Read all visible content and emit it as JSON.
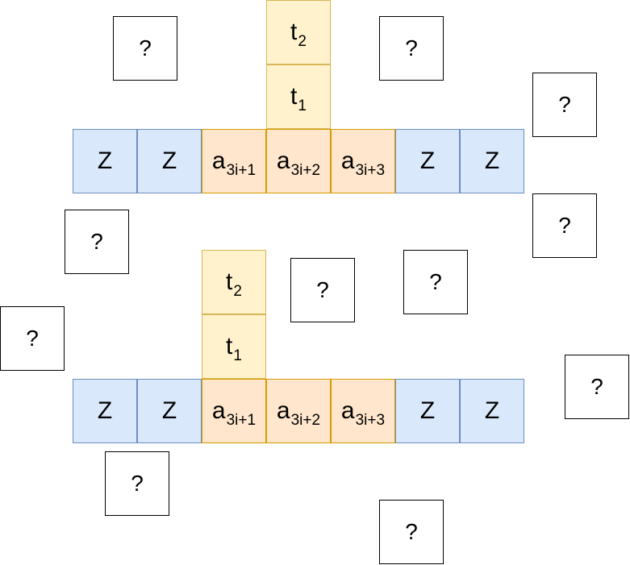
{
  "row_top": {
    "cells": [
      {
        "base": "Z",
        "sub": ""
      },
      {
        "base": "Z",
        "sub": ""
      },
      {
        "base": "a",
        "sub": "3i+1"
      },
      {
        "base": "a",
        "sub": "3i+2"
      },
      {
        "base": "a",
        "sub": "3i+3"
      },
      {
        "base": "Z",
        "sub": ""
      },
      {
        "base": "Z",
        "sub": ""
      }
    ],
    "stack": [
      {
        "base": "t",
        "sub": "2"
      },
      {
        "base": "t",
        "sub": "1"
      }
    ]
  },
  "row_bottom": {
    "cells": [
      {
        "base": "Z",
        "sub": ""
      },
      {
        "base": "Z",
        "sub": ""
      },
      {
        "base": "a",
        "sub": "3i+1"
      },
      {
        "base": "a",
        "sub": "3i+2"
      },
      {
        "base": "a",
        "sub": "3i+3"
      },
      {
        "base": "Z",
        "sub": ""
      },
      {
        "base": "Z",
        "sub": ""
      }
    ],
    "stack": [
      {
        "base": "t",
        "sub": "2"
      },
      {
        "base": "t",
        "sub": "1"
      }
    ]
  },
  "unknown_label": "?",
  "colors": {
    "z_fill": "#dae8fc",
    "z_stroke": "#6c8ebf",
    "a_fill": "#ffe6cc",
    "a_stroke": "#d79b00",
    "t_fill": "#fff2cc",
    "t_stroke": "#d6b656"
  }
}
